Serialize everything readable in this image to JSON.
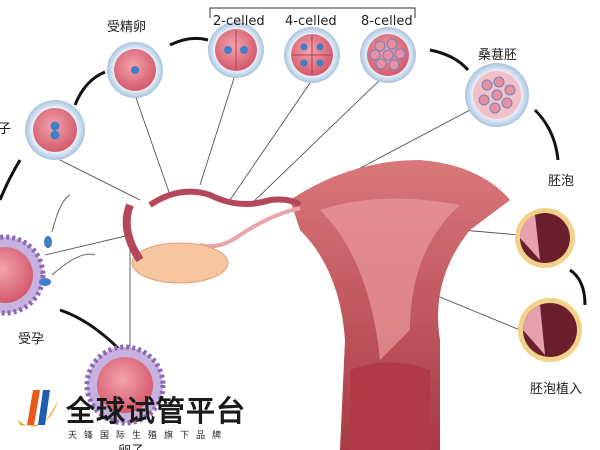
{
  "labels": {
    "zygote": "受精卵",
    "two_cell": "2-celled",
    "four_cell": "4-celled",
    "eight_cell": "8-celled",
    "morula": "桑葚胚",
    "blastocyst": "胚泡",
    "implantation": "胚泡植入",
    "conception": "受孕",
    "partial_left": "子",
    "egg": "卵子"
  },
  "logo": {
    "title": "全球试管平台",
    "subtitle": "天锋国际生殖旗下品牌"
  },
  "colors": {
    "uterus": "#c8575c",
    "cell": "#e47c8a",
    "nucleus": "#3f7fc6",
    "membrane": "#c9dcef",
    "egg_corona": "#a98acb"
  }
}
